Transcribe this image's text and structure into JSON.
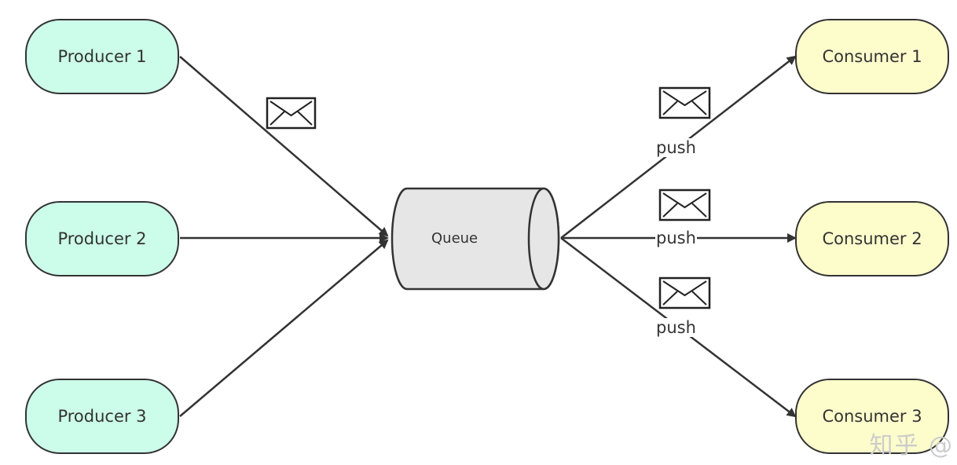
{
  "producers": [
    {
      "label": "Producer 1"
    },
    {
      "label": "Producer 2"
    },
    {
      "label": "Producer 3"
    }
  ],
  "consumers": [
    {
      "label": "Consumer 1"
    },
    {
      "label": "Consumer 2"
    },
    {
      "label": "Consumer 3"
    }
  ],
  "queue": {
    "label": "Queue"
  },
  "edges": {
    "push_label": "push"
  },
  "icons": {
    "message": "envelope-icon"
  },
  "colors": {
    "producer_fill": "#ccfcea",
    "consumer_fill": "#fdfdcc",
    "queue_fill": "#e6e6e6",
    "stroke": "#333333"
  },
  "watermark": "知乎 @"
}
